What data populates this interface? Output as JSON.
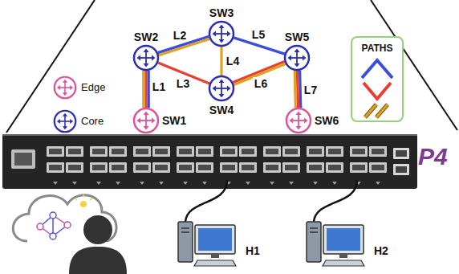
{
  "diagram": {
    "nodes": [
      {
        "text": [
          "SW3"
        ]
      },
      {
        "text": [
          "SW2"
        ]
      },
      {
        "text": [
          "SW5"
        ]
      },
      {
        "text": [
          "SW4"
        ]
      },
      {
        "text": [
          "SW1"
        ]
      },
      {
        "text": [
          "SW6"
        ]
      },
      {
        "text": [
          "PATHS"
        ]
      },
      {
        "text": [
          "H1"
        ]
      },
      {
        "text": [
          "H2"
        ]
      }
    ],
    "edges": [
      {
        "from": 1,
        "to": 4,
        "label": "L1",
        "arrow": "none"
      },
      {
        "from": 1,
        "to": 0,
        "label": "L2",
        "arrow": "none"
      },
      {
        "from": 1,
        "to": 3,
        "label": "L3",
        "arrow": "none"
      },
      {
        "from": 0,
        "to": 3,
        "label": "L4",
        "arrow": "none"
      },
      {
        "from": 0,
        "to": 2,
        "label": "L5",
        "arrow": "none"
      },
      {
        "from": 3,
        "to": 2,
        "label": "L6",
        "arrow": "none"
      },
      {
        "from": 2,
        "to": 5,
        "label": "L7",
        "arrow": "none"
      }
    ],
    "labels": [
      "P4"
    ],
    "legend": [
      {
        "text": "Edge"
      },
      {
        "text": "Core"
      }
    ]
  }
}
